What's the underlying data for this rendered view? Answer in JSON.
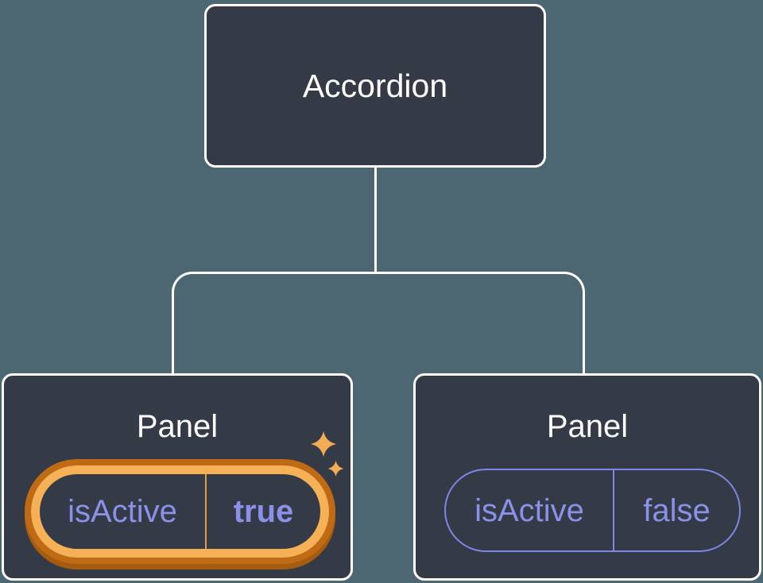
{
  "diagram": {
    "title": "component-state-tree",
    "root": {
      "label": "Accordion"
    },
    "children": [
      {
        "label": "Panel",
        "state": {
          "key": "isActive",
          "value": "true"
        },
        "highlighted": true
      },
      {
        "label": "Panel",
        "state": {
          "key": "isActive",
          "value": "false"
        },
        "highlighted": false
      }
    ]
  },
  "icons": {
    "sparkle_large": "sparkle-icon",
    "sparkle_small": "sparkle-icon"
  },
  "colors": {
    "background": "#4c6771",
    "node-fill": "#343a46",
    "node-border": "#ffffff",
    "text-primary": "#ffffff",
    "state-text": "#8a91e9",
    "state-border": "#7d87e3",
    "highlight-gold": "#f6b156",
    "highlight-ring": "#bf6a14",
    "highlight-ring-deep": "#a55c0e",
    "highlight-divider": "#da9d4c",
    "sparkle": "#f2ac55"
  }
}
